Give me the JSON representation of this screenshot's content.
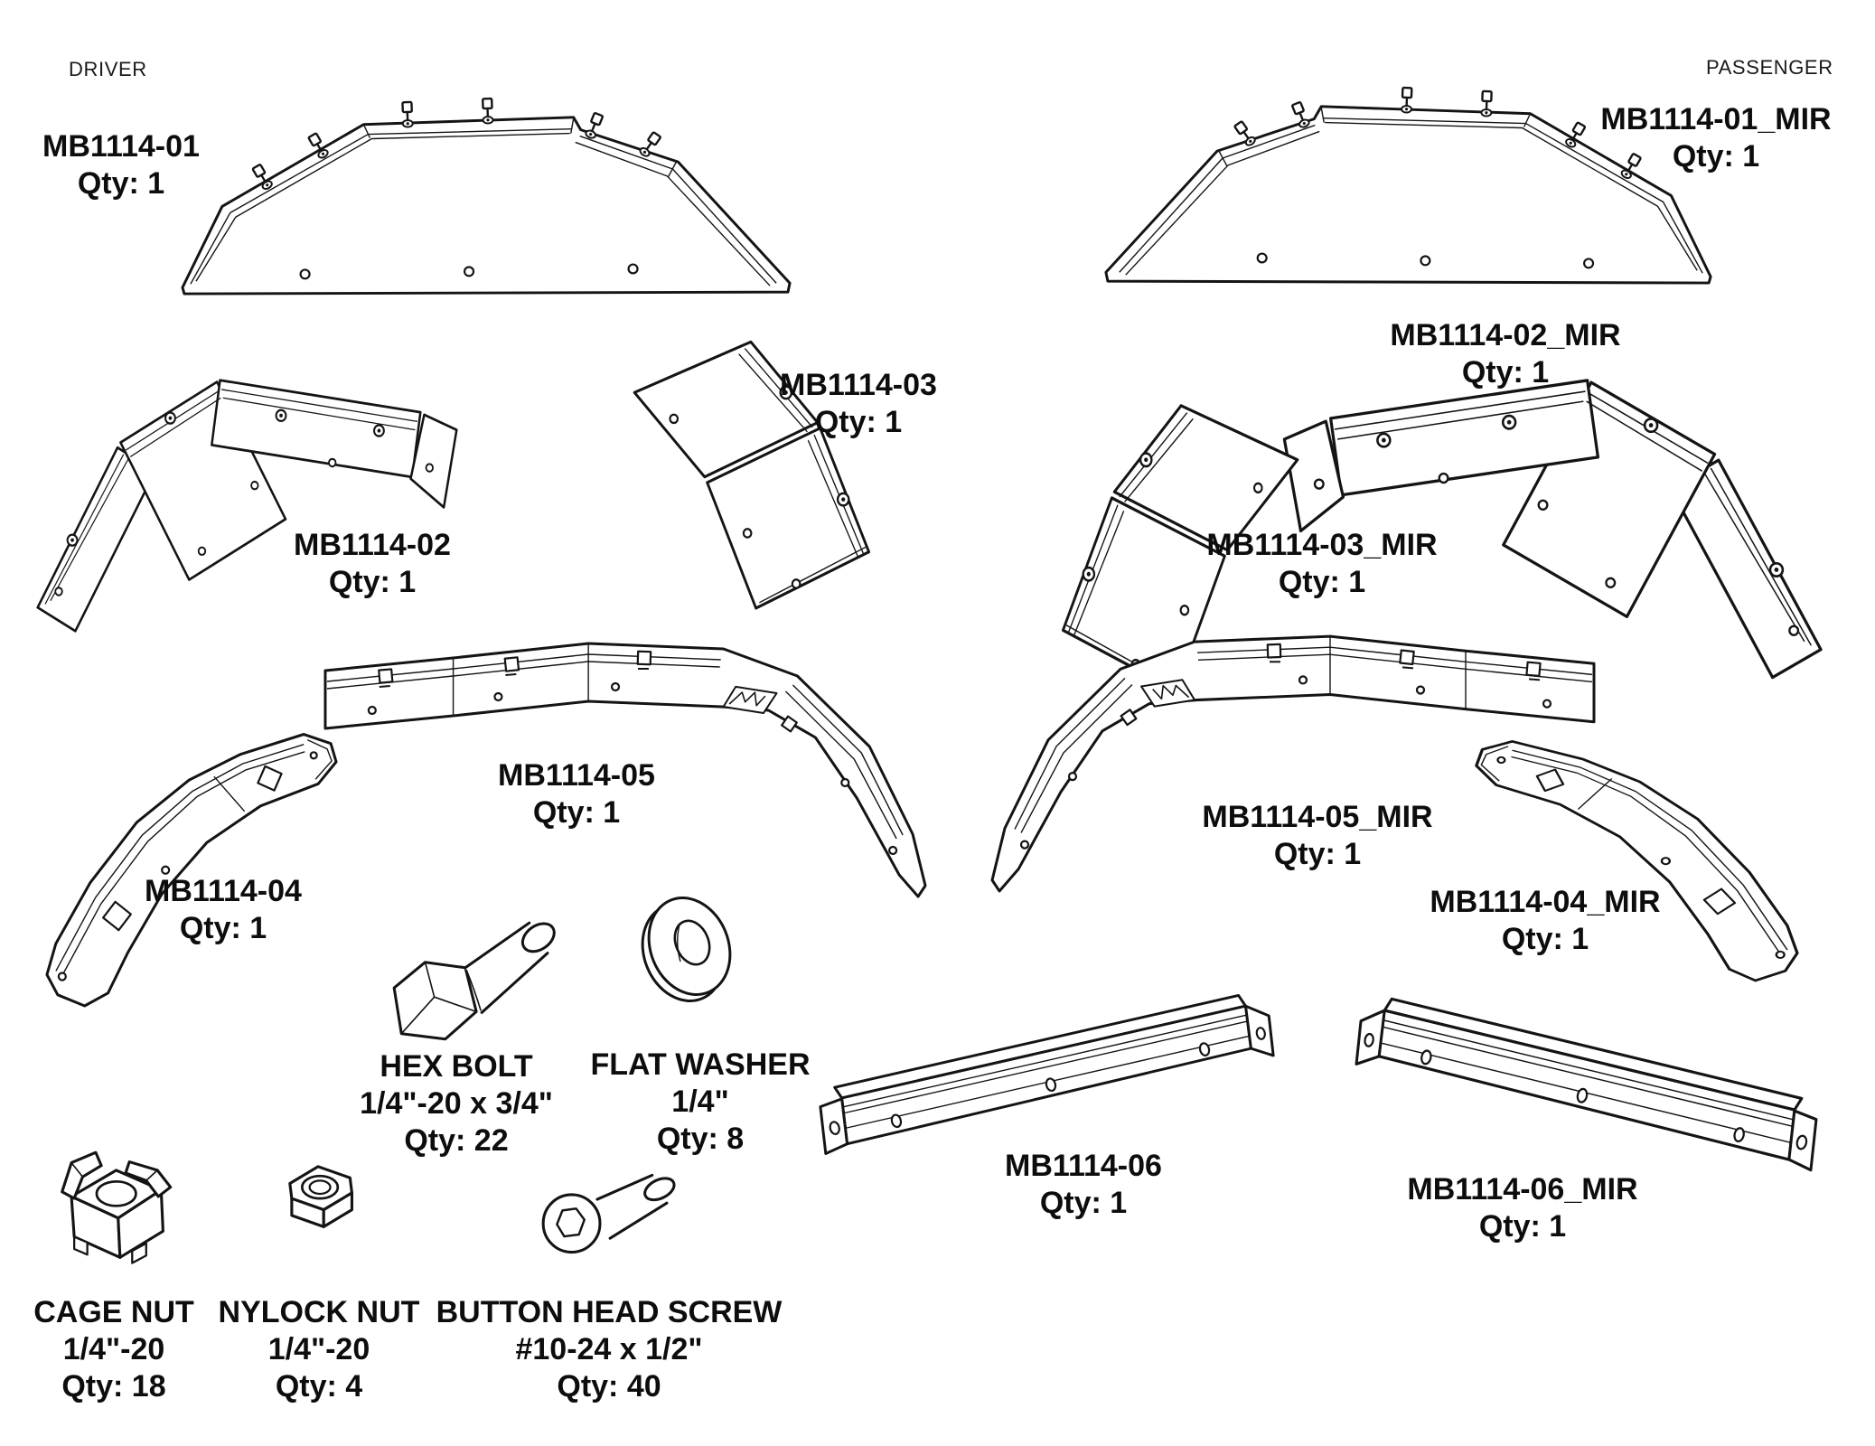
{
  "corner_labels": {
    "driver": "DRIVER",
    "passenger": "PASSENGER"
  },
  "parts": [
    {
      "name": "MB1114-01",
      "qty": "Qty: 1"
    },
    {
      "name": "MB1114-01_MIR",
      "qty": "Qty: 1"
    },
    {
      "name": "MB1114-02",
      "qty": "Qty: 1"
    },
    {
      "name": "MB1114-02_MIR",
      "qty": "Qty: 1"
    },
    {
      "name": "MB1114-03",
      "qty": "Qty: 1"
    },
    {
      "name": "MB1114-03_MIR",
      "qty": "Qty: 1"
    },
    {
      "name": "MB1114-04",
      "qty": "Qty: 1"
    },
    {
      "name": "MB1114-04_MIR",
      "qty": "Qty: 1"
    },
    {
      "name": "MB1114-05",
      "qty": "Qty: 1"
    },
    {
      "name": "MB1114-05_MIR",
      "qty": "Qty: 1"
    },
    {
      "name": "MB1114-06",
      "qty": "Qty: 1"
    },
    {
      "name": "MB1114-06_MIR",
      "qty": "Qty: 1"
    }
  ],
  "hardware": [
    {
      "name": "HEX BOLT",
      "spec": "1/4\"-20 x 3/4\"",
      "qty": "Qty: 22"
    },
    {
      "name": "FLAT WASHER",
      "spec": "1/4\"",
      "qty": "Qty: 8"
    },
    {
      "name": "CAGE NUT",
      "spec": "1/4\"-20",
      "qty": "Qty: 18"
    },
    {
      "name": "NYLOCK NUT",
      "spec": "1/4\"-20",
      "qty": "Qty: 4"
    },
    {
      "name": "BUTTON HEAD SCREW",
      "spec": "#10-24 x 1/2\"",
      "qty": "Qty: 40"
    }
  ],
  "colors": {
    "line": "#141414",
    "background": "#ffffff"
  }
}
